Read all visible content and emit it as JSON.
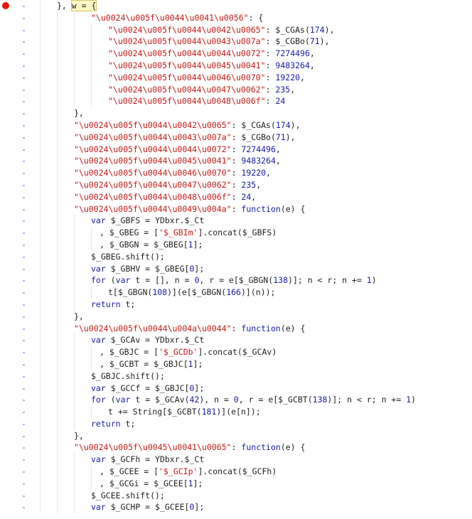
{
  "gutter": {
    "marker": "-",
    "breakpoint_color": "#e51400"
  },
  "lines": [
    [
      [
        "op",
        "}, "
      ],
      [
        "hl",
        "w = {"
      ]
    ],
    [
      [
        "str",
        "\"\\u0024\\u005f\\u0044\\u0041\\u0056\""
      ],
      [
        "op",
        ": {"
      ]
    ],
    [
      [
        "str",
        "\"\\u0024\\u005f\\u0044\\u0042\\u0065\""
      ],
      [
        "op",
        ": $_CGAs("
      ],
      [
        "num",
        "174"
      ],
      [
        "op",
        "),"
      ]
    ],
    [
      [
        "str",
        "\"\\u0024\\u005f\\u0044\\u0043\\u007a\""
      ],
      [
        "op",
        ": $_CGBo("
      ],
      [
        "num",
        "71"
      ],
      [
        "op",
        "),"
      ]
    ],
    [
      [
        "str",
        "\"\\u0024\\u005f\\u0044\\u0044\\u0072\""
      ],
      [
        "op",
        ": "
      ],
      [
        "num",
        "7274496"
      ],
      [
        "op",
        ","
      ]
    ],
    [
      [
        "str",
        "\"\\u0024\\u005f\\u0044\\u0045\\u0041\""
      ],
      [
        "op",
        ": "
      ],
      [
        "num",
        "9483264"
      ],
      [
        "op",
        ","
      ]
    ],
    [
      [
        "str",
        "\"\\u0024\\u005f\\u0044\\u0046\\u0070\""
      ],
      [
        "op",
        ": "
      ],
      [
        "num",
        "19220"
      ],
      [
        "op",
        ","
      ]
    ],
    [
      [
        "str",
        "\"\\u0024\\u005f\\u0044\\u0047\\u0062\""
      ],
      [
        "op",
        ": "
      ],
      [
        "num",
        "235"
      ],
      [
        "op",
        ","
      ]
    ],
    [
      [
        "str",
        "\"\\u0024\\u005f\\u0044\\u0048\\u006f\""
      ],
      [
        "op",
        ": "
      ],
      [
        "num",
        "24"
      ]
    ],
    [
      [
        "op",
        "},"
      ]
    ],
    [
      [
        "str",
        "\"\\u0024\\u005f\\u0044\\u0042\\u0065\""
      ],
      [
        "op",
        ": $_CGAs("
      ],
      [
        "num",
        "174"
      ],
      [
        "op",
        "),"
      ]
    ],
    [
      [
        "str",
        "\"\\u0024\\u005f\\u0044\\u0043\\u007a\""
      ],
      [
        "op",
        ": $_CGBo("
      ],
      [
        "num",
        "71"
      ],
      [
        "op",
        "),"
      ]
    ],
    [
      [
        "str",
        "\"\\u0024\\u005f\\u0044\\u0044\\u0072\""
      ],
      [
        "op",
        ": "
      ],
      [
        "num",
        "7274496"
      ],
      [
        "op",
        ","
      ]
    ],
    [
      [
        "str",
        "\"\\u0024\\u005f\\u0044\\u0045\\u0041\""
      ],
      [
        "op",
        ": "
      ],
      [
        "num",
        "9483264"
      ],
      [
        "op",
        ","
      ]
    ],
    [
      [
        "str",
        "\"\\u0024\\u005f\\u0044\\u0046\\u0070\""
      ],
      [
        "op",
        ": "
      ],
      [
        "num",
        "19220"
      ],
      [
        "op",
        ","
      ]
    ],
    [
      [
        "str",
        "\"\\u0024\\u005f\\u0044\\u0047\\u0062\""
      ],
      [
        "op",
        ": "
      ],
      [
        "num",
        "235"
      ],
      [
        "op",
        ","
      ]
    ],
    [
      [
        "str",
        "\"\\u0024\\u005f\\u0044\\u0048\\u006f\""
      ],
      [
        "op",
        ": "
      ],
      [
        "num",
        "24"
      ],
      [
        "op",
        ","
      ]
    ],
    [
      [
        "str",
        "\"\\u0024\\u005f\\u0044\\u0049\\u004a\""
      ],
      [
        "op",
        ": "
      ],
      [
        "kw",
        "function"
      ],
      [
        "op",
        "(e) {"
      ]
    ],
    [
      [
        "kw",
        "var"
      ],
      [
        "op",
        " $_GBFS = YDbxr.$_Ct"
      ]
    ],
    [
      [
        "op",
        ", $_GBEG = ["
      ],
      [
        "str",
        "'$_GBIm'"
      ],
      [
        "op",
        "].concat($_GBFS)"
      ]
    ],
    [
      [
        "op",
        ", $_GBGN = $_GBEG["
      ],
      [
        "num",
        "1"
      ],
      [
        "op",
        "];"
      ]
    ],
    [
      [
        "op",
        "$_GBEG.shift();"
      ]
    ],
    [
      [
        "kw",
        "var"
      ],
      [
        "op",
        " $_GBHV = $_GBEG["
      ],
      [
        "num",
        "0"
      ],
      [
        "op",
        "];"
      ]
    ],
    [
      [
        "kw",
        "for"
      ],
      [
        "op",
        " ("
      ],
      [
        "kw",
        "var"
      ],
      [
        "op",
        " t = [], n = "
      ],
      [
        "num",
        "0"
      ],
      [
        "op",
        ", r = e[$_GBGN("
      ],
      [
        "num",
        "138"
      ],
      [
        "op",
        ")]; n < r; n += "
      ],
      [
        "num",
        "1"
      ],
      [
        "op",
        ")"
      ]
    ],
    [
      [
        "op",
        "t[$_GBGN("
      ],
      [
        "num",
        "108"
      ],
      [
        "op",
        ")](e[$_GBGN("
      ],
      [
        "num",
        "166"
      ],
      [
        "op",
        ")](n));"
      ]
    ],
    [
      [
        "kw",
        "return"
      ],
      [
        "op",
        " t;"
      ]
    ],
    [
      [
        "op",
        "},"
      ]
    ],
    [
      [
        "str",
        "\"\\u0024\\u005f\\u0044\\u004a\\u0044\""
      ],
      [
        "op",
        ": "
      ],
      [
        "kw",
        "function"
      ],
      [
        "op",
        "(e) {"
      ]
    ],
    [
      [
        "kw",
        "var"
      ],
      [
        "op",
        " $_GCAv = YDbxr.$_Ct"
      ]
    ],
    [
      [
        "op",
        ", $_GBJC = ["
      ],
      [
        "str",
        "'$_GCDb'"
      ],
      [
        "op",
        "].concat($_GCAv)"
      ]
    ],
    [
      [
        "op",
        ", $_GCBT = $_GBJC["
      ],
      [
        "num",
        "1"
      ],
      [
        "op",
        "];"
      ]
    ],
    [
      [
        "op",
        "$_GBJC.shift();"
      ]
    ],
    [
      [
        "kw",
        "var"
      ],
      [
        "op",
        " $_GCCf = $_GBJC["
      ],
      [
        "num",
        "0"
      ],
      [
        "op",
        "];"
      ]
    ],
    [
      [
        "kw",
        "for"
      ],
      [
        "op",
        " ("
      ],
      [
        "kw",
        "var"
      ],
      [
        "op",
        " t = $_GCAv("
      ],
      [
        "num",
        "42"
      ],
      [
        "op",
        "), n = "
      ],
      [
        "num",
        "0"
      ],
      [
        "op",
        ", r = e[$_GCBT("
      ],
      [
        "num",
        "138"
      ],
      [
        "op",
        ")]; n < r; n += "
      ],
      [
        "num",
        "1"
      ],
      [
        "op",
        ")"
      ]
    ],
    [
      [
        "op",
        "t += String[$_GCBT("
      ],
      [
        "num",
        "181"
      ],
      [
        "op",
        ")](e[n]);"
      ]
    ],
    [
      [
        "kw",
        "return"
      ],
      [
        "op",
        " t;"
      ]
    ],
    [
      [
        "op",
        "},"
      ]
    ],
    [
      [
        "str",
        "\"\\u0024\\u005f\\u0045\\u0041\\u0065\""
      ],
      [
        "op",
        ": "
      ],
      [
        "kw",
        "function"
      ],
      [
        "op",
        "(e) {"
      ]
    ],
    [
      [
        "kw",
        "var"
      ],
      [
        "op",
        " $_GCFh = YDbxr.$_Ct"
      ]
    ],
    [
      [
        "op",
        ", $_GCEE = ["
      ],
      [
        "str",
        "'$_GCIp'"
      ],
      [
        "op",
        "].concat($_GCFh)"
      ]
    ],
    [
      [
        "op",
        ", $_GCGi = $_GCEE["
      ],
      [
        "num",
        "1"
      ],
      [
        "op",
        "];"
      ]
    ],
    [
      [
        "op",
        "$_GCEE.shift();"
      ]
    ],
    [
      [
        "kw",
        "var"
      ],
      [
        "op",
        " $_GCHP = $_GCEE["
      ],
      [
        "num",
        "0"
      ],
      [
        "op",
        "];"
      ]
    ]
  ]
}
